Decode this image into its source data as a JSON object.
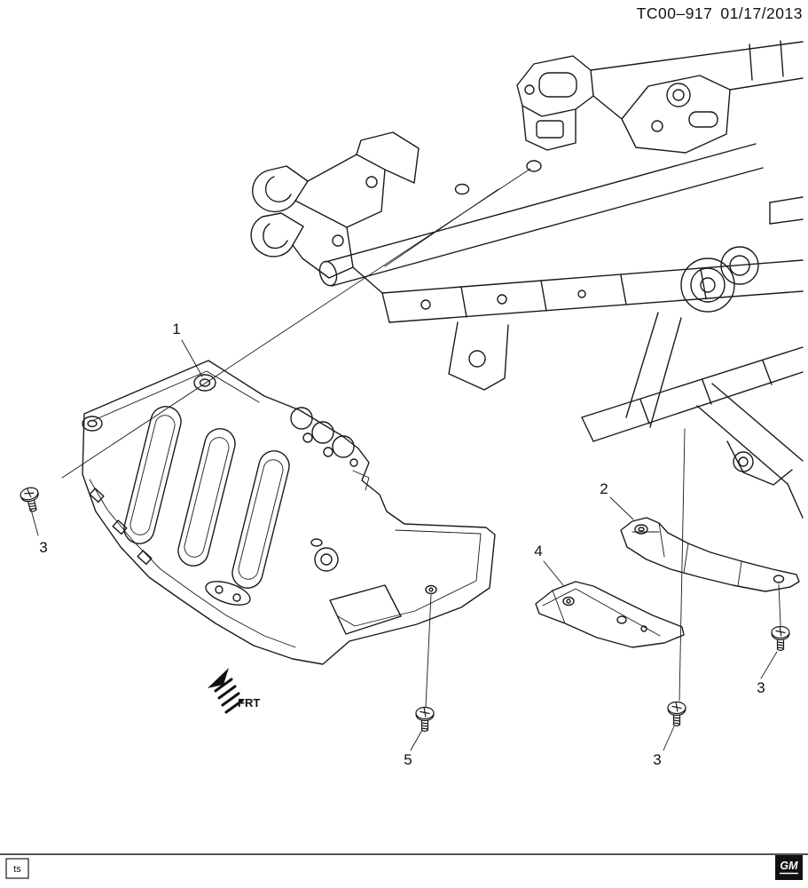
{
  "header": {
    "doc_number": "TC00–917",
    "doc_date": "01/17/2013"
  },
  "callouts": {
    "part1": "1",
    "part2": "2",
    "part3_left": "3",
    "part3_right": "3",
    "part3_bottom": "3",
    "part4": "4",
    "part5": "5"
  },
  "direction_indicator": {
    "label": "FRT"
  },
  "footer": {
    "sheet_tag": "ts",
    "logo_text": "GM"
  },
  "colors": {
    "line": "#1a1a1a",
    "background": "#ffffff"
  }
}
